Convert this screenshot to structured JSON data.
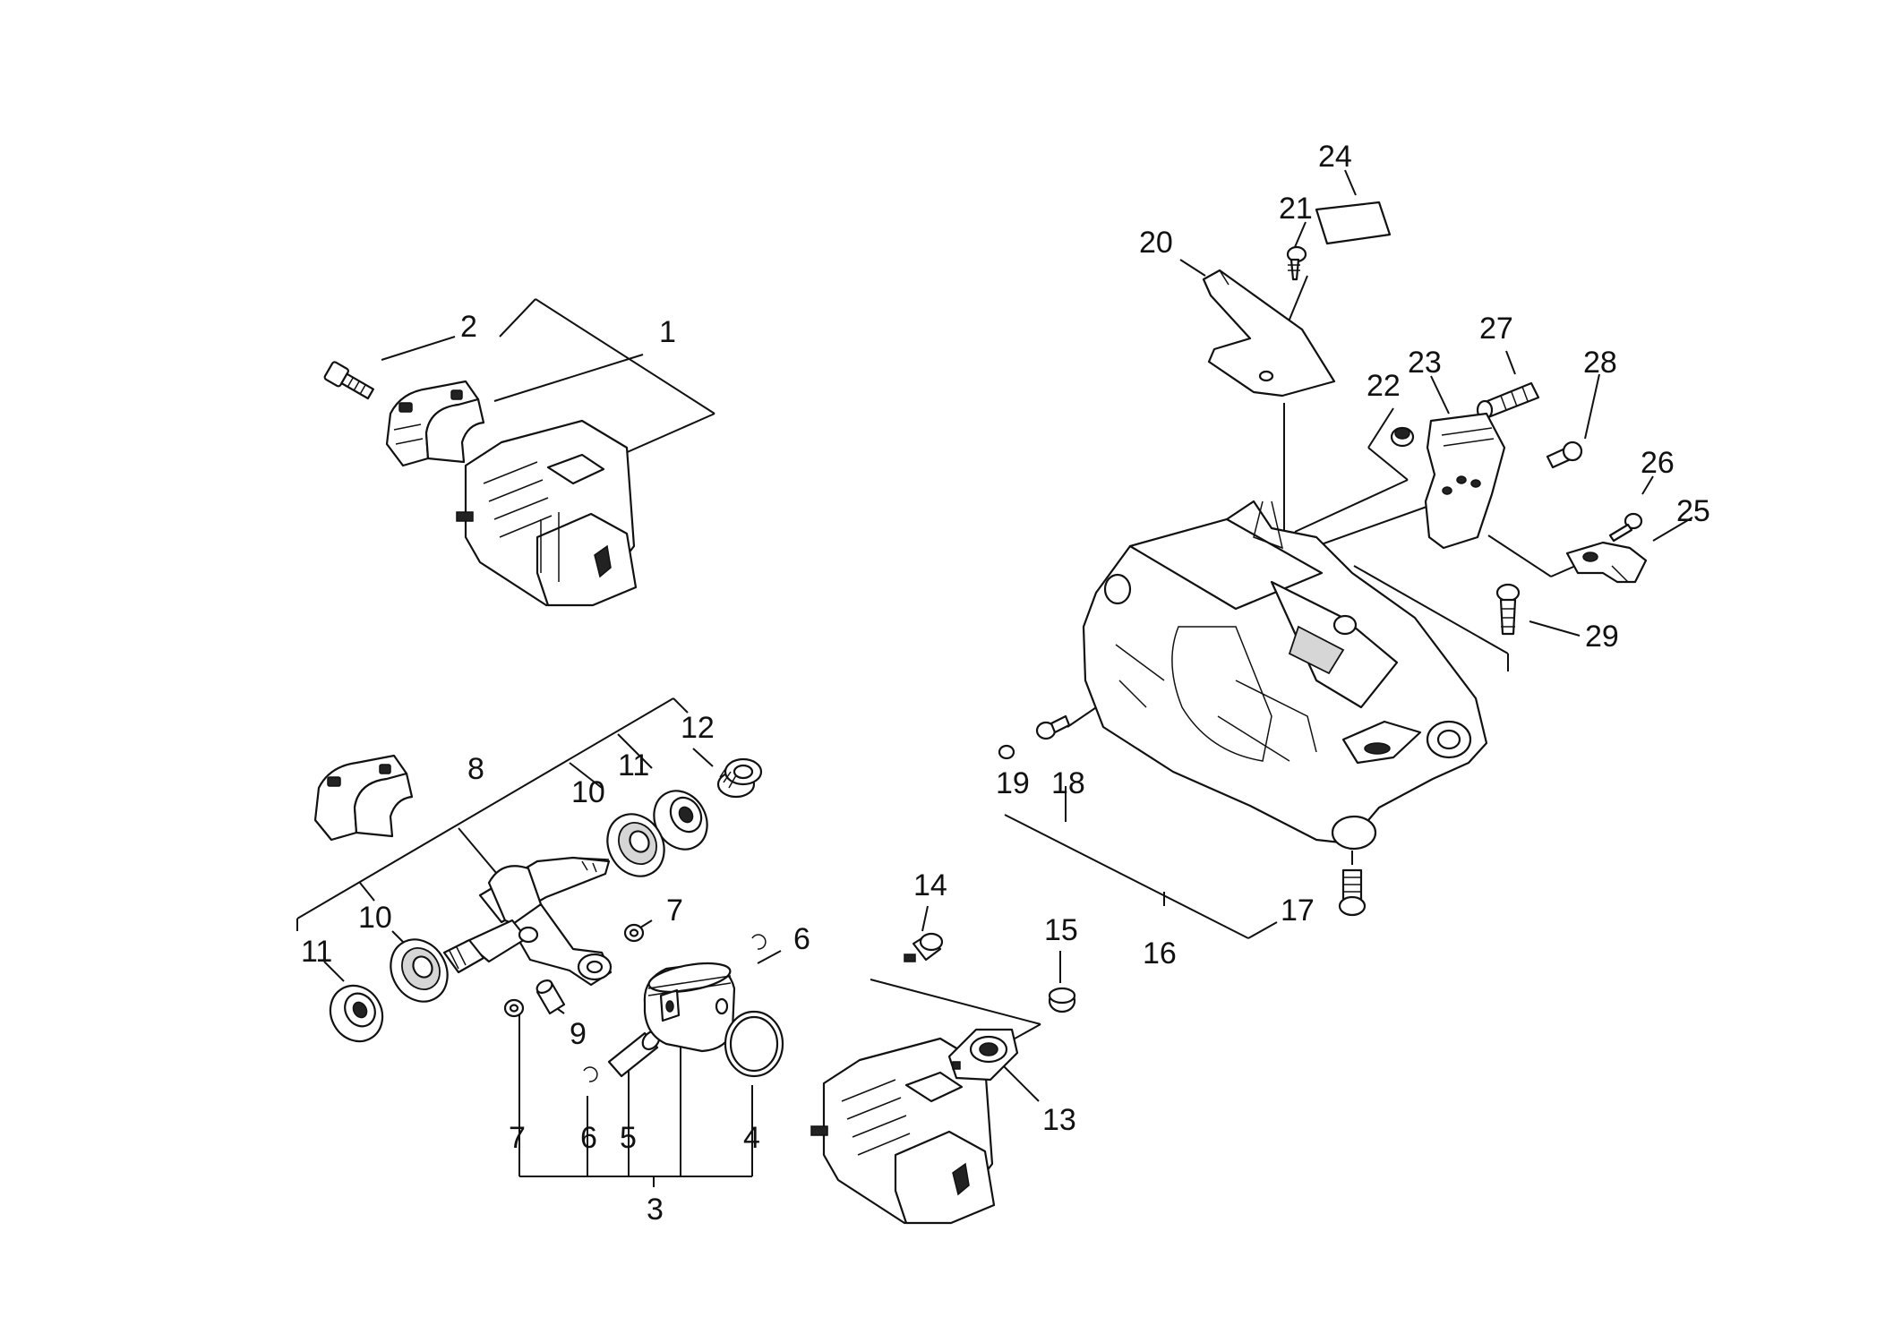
{
  "labels": {
    "l1": "1",
    "l2": "2",
    "l3": "3",
    "l4": "4",
    "l5": "5",
    "l6a": "6",
    "l6b": "6",
    "l7a": "7",
    "l7b": "7",
    "l8": "8",
    "l9": "9",
    "l10a": "10",
    "l10b": "10",
    "l11a": "11",
    "l11b": "11",
    "l12": "12",
    "l13": "13",
    "l14": "14",
    "l15": "15",
    "l16": "16",
    "l17": "17",
    "l18": "18",
    "l19": "19",
    "l20": "20",
    "l21": "21",
    "l22": "22",
    "l23": "23",
    "l24": "24",
    "l25": "25",
    "l26": "26",
    "l27": "27",
    "l28": "28",
    "l29": "29"
  }
}
